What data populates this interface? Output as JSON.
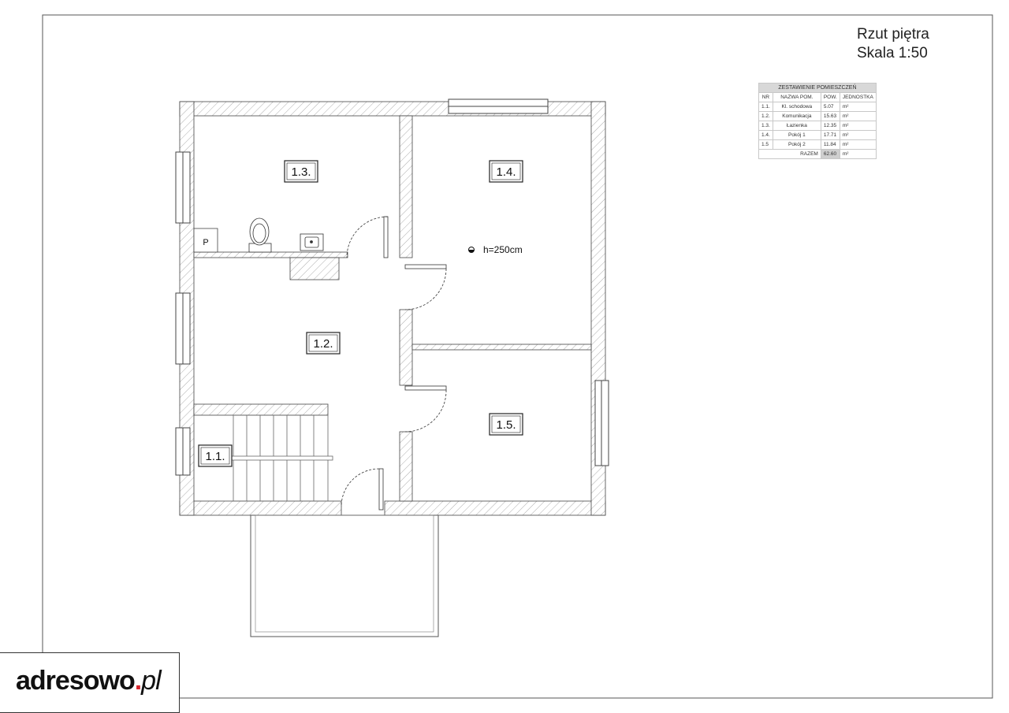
{
  "drawing": {
    "title": "Rzut piętra",
    "scale": "Skala 1:50",
    "height_note": "h=250cm",
    "pantry_mark": "P"
  },
  "rooms": [
    {
      "id": "1.1.",
      "name": "Kl. schodowa",
      "area": "5.07",
      "unit": "m²"
    },
    {
      "id": "1.2.",
      "name": "Komunikacja",
      "area": "15.63",
      "unit": "m²"
    },
    {
      "id": "1.3.",
      "name": "Łazienka",
      "area": "12.35",
      "unit": "m²"
    },
    {
      "id": "1.4.",
      "name": "Pokój 1",
      "area": "17.71",
      "unit": "m²"
    },
    {
      "id": "1.5",
      "name": "Pokój 2",
      "area": "11.84",
      "unit": "m²"
    }
  ],
  "room_labels": [
    "1.1.",
    "1.2.",
    "1.3.",
    "1.4.",
    "1.5."
  ],
  "table": {
    "caption": "ZESTAWIENIE POMIESZCZEŃ",
    "col_nr": "NR",
    "col_name": "NAZWA POM.",
    "col_area": "POW.",
    "col_unit": "JEDNOSTKA",
    "total_label": "RAZEM",
    "total_value": "62.60",
    "total_unit": "m²"
  },
  "logo": {
    "word": "adresowo",
    "dot": ".",
    "tld": "pl",
    "accent_color": "#d7262e"
  }
}
